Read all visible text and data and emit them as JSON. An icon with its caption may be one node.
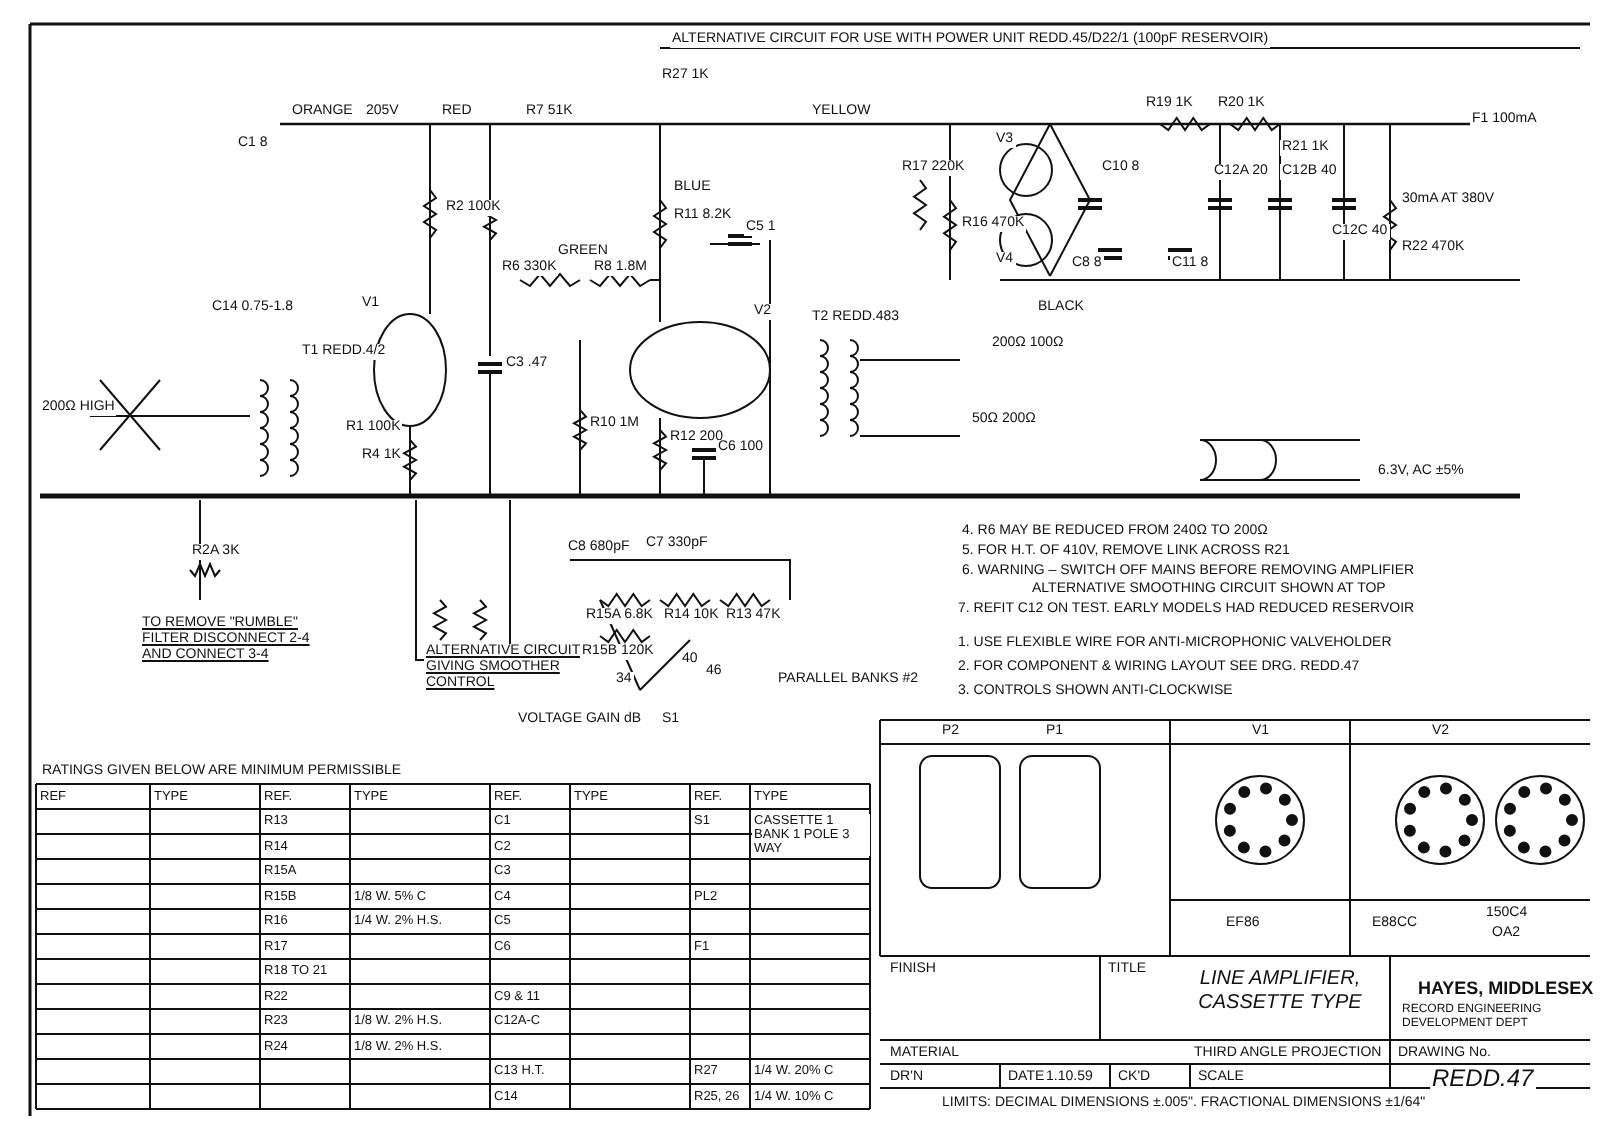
{
  "diagram": {
    "title": "LINE AMPLIFIER, CASSETTE TYPE",
    "labels": [
      "ALTERNATIVE CIRCUIT FOR USE WITH POWER UNIT REDD.45/D22/1 (100pF RESERVOIR)",
      "R27 1K",
      "ORANGE",
      "205V",
      "RED",
      "R7 51K",
      "YELLOW",
      "C1 8",
      "R2 100K",
      "V1",
      "C3 .47",
      "R6 330K",
      "GREEN",
      "R8 1.8M",
      "BLUE",
      "R11 8.2K",
      "C5 1",
      "V2",
      "R10 1M",
      "R12 200",
      "C6 100",
      "C14 0.75-1.8",
      "T1 REDD.4/2",
      "200Ω HIGH",
      "R4 1K",
      "R1 100K",
      "R2A 3K",
      "T2 REDD.483",
      "200Ω 100Ω",
      "50Ω 200Ω",
      "R17 220K",
      "R16 470K",
      "V3",
      "V4",
      "C10 8",
      "C8 8",
      "C11 8",
      "C12A 20",
      "C12B 40",
      "C12C 40",
      "R19 1K",
      "R20 1K",
      "R21 1K",
      "R22 470K",
      "30mA AT 380V",
      "F1 100mA",
      "BLACK",
      "6.3V, AC ±5%",
      "TO REMOVE \"RUMBLE\" FILTER DISCONNECT 2-4 AND CONNECT 3-4",
      "ALTERNATIVE CIRCUIT GIVING SMOOTHER CONTROL",
      "VOLTAGE GAIN dB",
      "C8 680pF",
      "C7 330pF",
      "R15A 6.8K",
      "R14 10K",
      "R13 47K",
      "R15B 120K",
      "34",
      "40",
      "46",
      "S1",
      "PARALLEL BANKS #2",
      "4. R6 MAY BE REDUCED FROM 240Ω TO 200Ω",
      "5. FOR H.T. OF 410V, REMOVE LINK ACROSS R21",
      "6. WARNING – SWITCH OFF MAINS BEFORE REMOVING AMPLIFIER",
      "ALTERNATIVE SMOOTHING CIRCUIT SHOWN AT TOP",
      "7. REFIT C12 ON TEST. EARLY MODELS HAD REDUCED RESERVOIR",
      "1. USE FLEXIBLE WIRE FOR ANTI-MICROPHONIC VALVEHOLDER",
      "2. FOR COMPONENT & WIRING LAYOUT SEE DRG. REDD.47",
      "3. CONTROLS SHOWN ANTI-CLOCKWISE",
      "P2",
      "P1",
      "V1",
      "V2",
      "EF86",
      "E88CC",
      "150C4",
      "OA2",
      "RATINGS GIVEN BELOW ARE MINIMUM PERMISSIBLE",
      "REF",
      "TYPE",
      "REF.",
      "TYPE",
      "REF.",
      "TYPE",
      "REF.",
      "TYPE",
      "R13",
      "C1",
      "S1",
      "CASSETTE 1 BANK 1 POLE 3 WAY",
      "R14",
      "C2",
      "R15A",
      "C3",
      "R15B",
      "1/8 W. 5% C",
      "C4",
      "PL2",
      "R16",
      "1/4 W. 2% H.S.",
      "C5",
      "R17",
      "C6",
      "F1",
      "R18 TO 21",
      "R22",
      "C9 & 11",
      "R23",
      "1/8 W. 2% H.S.",
      "C12A-C",
      "R24",
      "1/8 W. 2% H.S.",
      "C13 H.T.",
      "R27",
      "1/4 W. 20% C",
      "C14",
      "R25, 26",
      "1/4 W. 10% C",
      "FINISH",
      "TITLE",
      "HAYES, MIDDLESEX",
      "RECORD ENGINEERING DEVELOPMENT DEPT",
      "MATERIAL",
      "THIRD ANGLE PROJECTION",
      "DRAWING No.",
      "REDD.47",
      "DR'N",
      "DATE",
      "1.10.59",
      "CK'D",
      "SCALE",
      "LIMITS: DECIMAL DIMENSIONS ±.005\". FRACTIONAL DIMENSIONS ±1/64\""
    ]
  }
}
